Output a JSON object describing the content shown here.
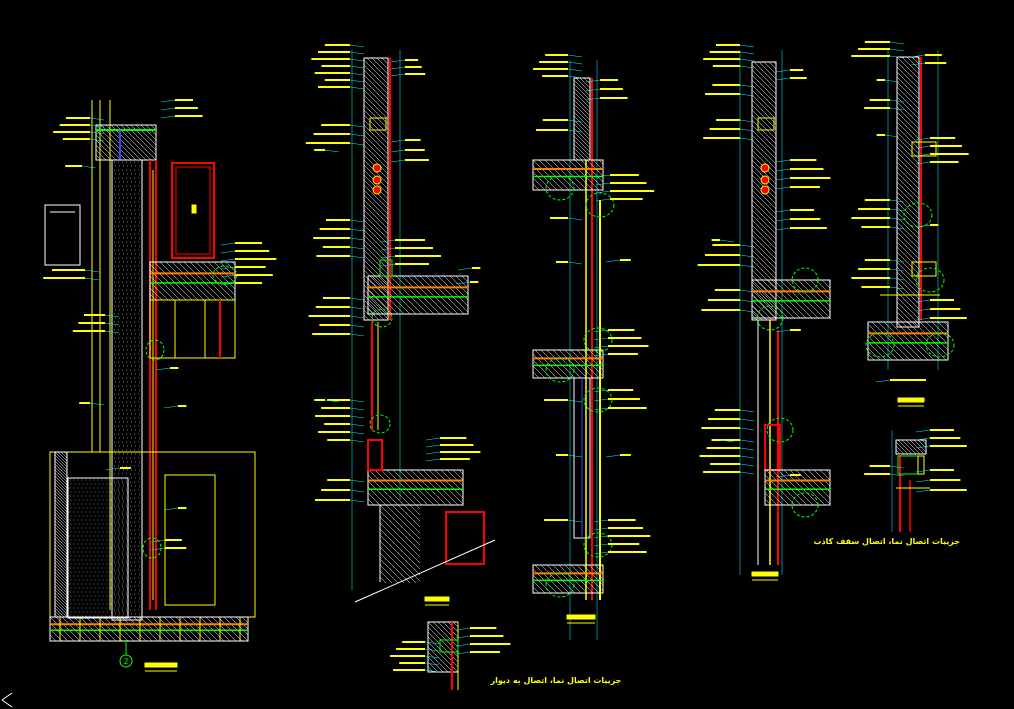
{
  "drawing": {
    "background": "#000000",
    "colors": {
      "concrete": "#ffffff",
      "wall": "#ffffff",
      "frame": "#ff0000",
      "glass": "#ffff00",
      "note": "#ffff00",
      "dim": "#00ffff",
      "green": "#00ff00",
      "blue": "#4040ff",
      "magenta": "#ff00ff",
      "orange": "#ff8000"
    },
    "captions": {
      "detail_a": "جزییات اتصال نما، اتصال به دیوار",
      "detail_b": "جزییات اتصال نما، اتصال سقف کاذب"
    },
    "marker_label": "2",
    "grid_marker_icon": "grid-bubble-icon",
    "ucs_icon": "ucs-axis-icon"
  }
}
